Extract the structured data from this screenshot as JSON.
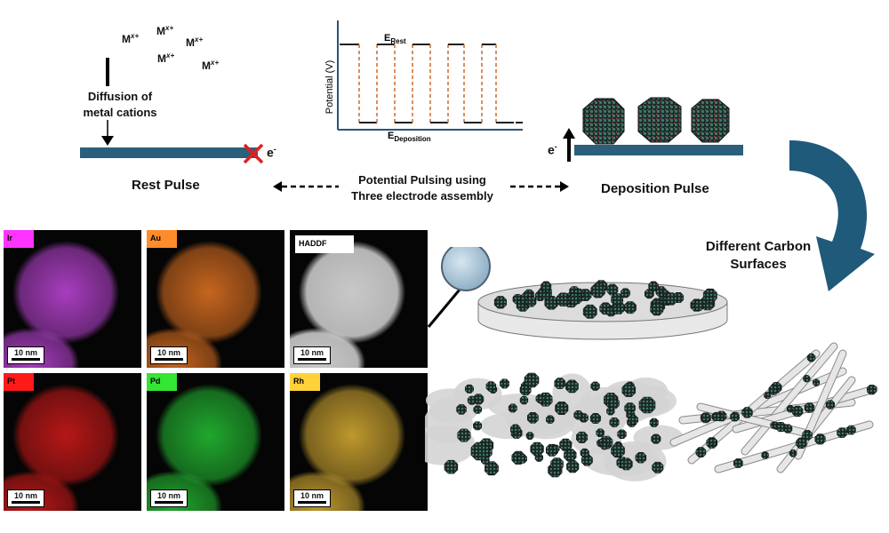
{
  "top": {
    "cation": "M",
    "cation_charge": "x+",
    "diffusion_line1": "Diffusion of",
    "diffusion_line2": "metal cations",
    "electron": "e",
    "electron_sign": "-",
    "rest_pulse": "Rest Pulse",
    "deposition_pulse": "Deposition Pulse",
    "pulsing_line1": "Potential Pulsing using",
    "pulsing_line2": "Three electrode assembly"
  },
  "plot": {
    "ylabel": "Potential (V)",
    "e_rest": "E",
    "e_rest_sub": "Rest",
    "e_dep": "E",
    "e_dep_sub": "Deposition"
  },
  "carbon": {
    "line1": "Different Carbon",
    "line2": "Surfaces"
  },
  "maps": [
    {
      "element": "Ir",
      "tag_bg": "#ff33ff",
      "tag_fg": "#000000",
      "color": "#b040c8",
      "scale": "10 nm"
    },
    {
      "element": "Au",
      "tag_bg": "#ff8c2a",
      "tag_fg": "#000000",
      "color": "#d06a20",
      "scale": "10 nm"
    },
    {
      "element": "HADDF",
      "tag_bg": "#ffffff",
      "tag_fg": "#000000",
      "color": "#c8c8c8",
      "scale": "10 nm"
    },
    {
      "element": "Pt",
      "tag_bg": "#ff1a1a",
      "tag_fg": "#000000",
      "color": "#c01818",
      "scale": "10 nm"
    },
    {
      "element": "Pd",
      "tag_bg": "#33e633",
      "tag_fg": "#000000",
      "color": "#22b030",
      "scale": "10 nm"
    },
    {
      "element": "Rh",
      "tag_bg": "#ffd23a",
      "tag_fg": "#000000",
      "color": "#c8a030",
      "scale": "10 nm"
    }
  ],
  "colors": {
    "electrode": "#2b5f7c",
    "arrow": "#1f5a7a",
    "cross": "#e02020",
    "pulse": "#d9824a"
  }
}
